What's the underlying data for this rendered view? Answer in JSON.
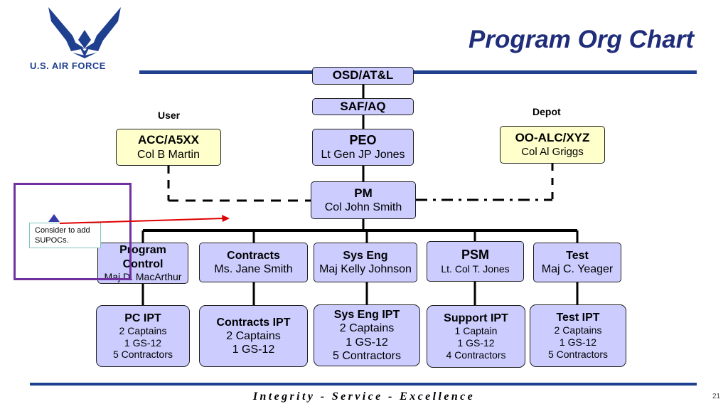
{
  "header": {
    "logo_text": "U.S. AIR FORCE",
    "title": "Program Org Chart"
  },
  "labels": {
    "user": "User",
    "depot": "Depot"
  },
  "boxes": {
    "osd": {
      "title": "OSD/AT&L"
    },
    "saf": {
      "title": "SAF/AQ"
    },
    "peo": {
      "title": "PEO",
      "name": "Lt Gen JP Jones"
    },
    "pm": {
      "title": "PM",
      "name": "Col John Smith"
    },
    "acc": {
      "title": "ACC/A5XX",
      "name": "Col B Martin"
    },
    "oo": {
      "title": "OO-ALC/XYZ",
      "name": "Col Al Griggs"
    }
  },
  "divisions": [
    {
      "title": "Program Control",
      "name": "Maj D. MacArthur"
    },
    {
      "title": "Contracts",
      "name": "Ms. Jane Smith"
    },
    {
      "title": "Sys Eng",
      "name": "Maj Kelly Johnson"
    },
    {
      "title": "PSM",
      "name": "Lt. Col T. Jones"
    },
    {
      "title": "Test",
      "name": "Maj C. Yeager"
    }
  ],
  "ipts": [
    {
      "title": "PC IPT",
      "lines": [
        "2 Captains",
        "1 GS-12",
        "5 Contractors"
      ]
    },
    {
      "title": "Contracts IPT",
      "lines": [
        "2 Captains",
        "1 GS-12"
      ]
    },
    {
      "title": "Sys Eng IPT",
      "lines": [
        "2 Captains",
        "1 GS-12",
        "5 Contractors"
      ]
    },
    {
      "title": "Support IPT",
      "lines": [
        "1 Captain",
        "1 GS-12",
        "4 Contractors"
      ]
    },
    {
      "title": "Test IPT",
      "lines": [
        "2 Captains",
        "1 GS-12",
        "5 Contractors"
      ]
    }
  ],
  "annotation": {
    "comment": "Consider to add SUPOCs."
  },
  "footer": {
    "motto": "Integrity - Service - Excellence",
    "page_number": "21"
  },
  "colors": {
    "brand_blue": "#1f3f8f",
    "title_blue": "#1f2d7a",
    "box_fill": "#ccccff",
    "user_fill": "#ffffcc",
    "highlight": "#7030a0",
    "arrow": "#e00000"
  }
}
